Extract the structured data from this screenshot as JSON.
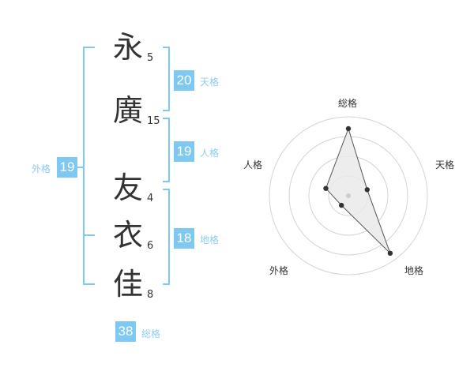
{
  "colors": {
    "accent": "#7ec8f4",
    "label": "#8ccdf1",
    "text": "#333333",
    "grid": "#d4d4d4",
    "radar_fill": "#e8e8e8",
    "radar_stroke": "#555555"
  },
  "name": {
    "characters": [
      {
        "char": "永",
        "strokes": "5"
      },
      {
        "char": "廣",
        "strokes": "15"
      },
      {
        "char": "友",
        "strokes": "4"
      },
      {
        "char": "衣",
        "strokes": "6"
      },
      {
        "char": "佳",
        "strokes": "8"
      }
    ]
  },
  "fortune": {
    "tenkaku": {
      "value": "20",
      "label": "天格"
    },
    "jinkaku": {
      "value": "19",
      "label": "人格"
    },
    "chikaku": {
      "value": "18",
      "label": "地格"
    },
    "gaikaku": {
      "value": "19",
      "label": "外格"
    },
    "soukaku": {
      "value": "38",
      "label": "総格"
    }
  },
  "chart_data": {
    "type": "radar",
    "axes": [
      "総格",
      "天格",
      "地格",
      "外格",
      "人格"
    ],
    "values": [
      0.85,
      0.25,
      0.9,
      0.15,
      0.3
    ],
    "rings": 4,
    "range": [
      0,
      1
    ]
  }
}
